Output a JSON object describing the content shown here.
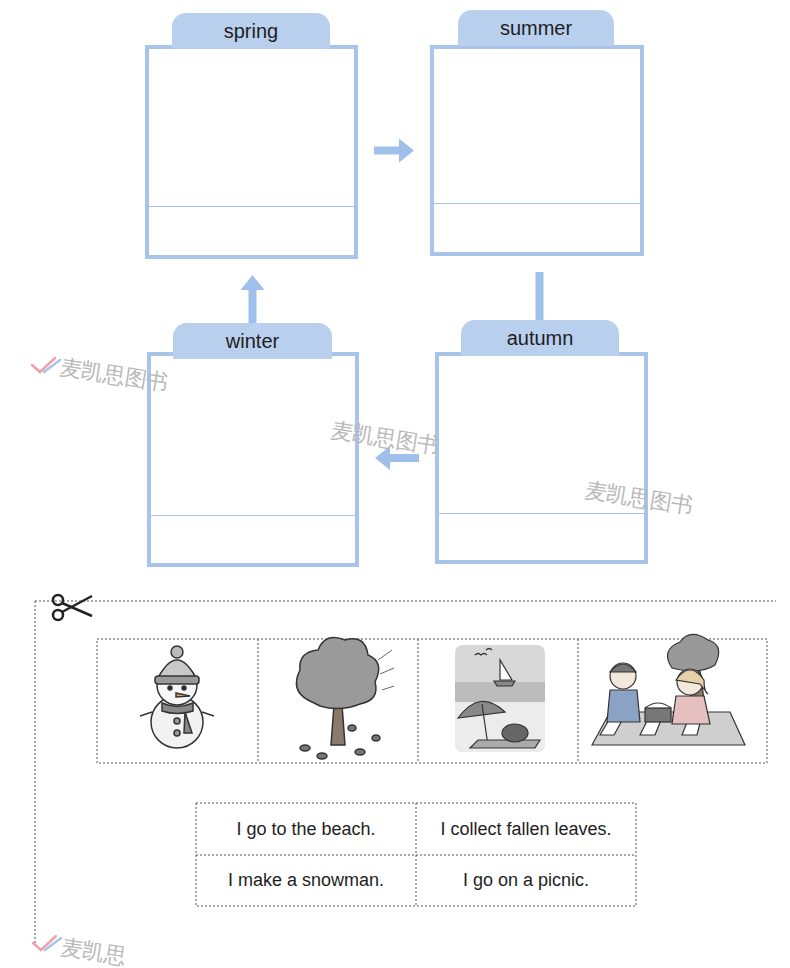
{
  "diagram": {
    "nodes": [
      {
        "text": [
          "spring"
        ]
      },
      {
        "text": [
          "summer"
        ]
      },
      {
        "text": [
          "winter"
        ]
      },
      {
        "text": [
          "autumn"
        ]
      }
    ],
    "edges": [
      {
        "from": 0,
        "to": 1,
        "arrow": "to"
      },
      {
        "from": 1,
        "to": 3,
        "arrow": "to"
      },
      {
        "from": 3,
        "to": 2,
        "arrow": "to"
      },
      {
        "from": 2,
        "to": 0,
        "arrow": "to"
      }
    ],
    "labels": [
      "麦凯思图书",
      "麦凯思图书",
      "麦凯思图书",
      "I go to the beach.",
      "I collect fallen leaves.",
      "I make a snowman.",
      "I go on a picnic.",
      "麦凯思"
    ]
  }
}
